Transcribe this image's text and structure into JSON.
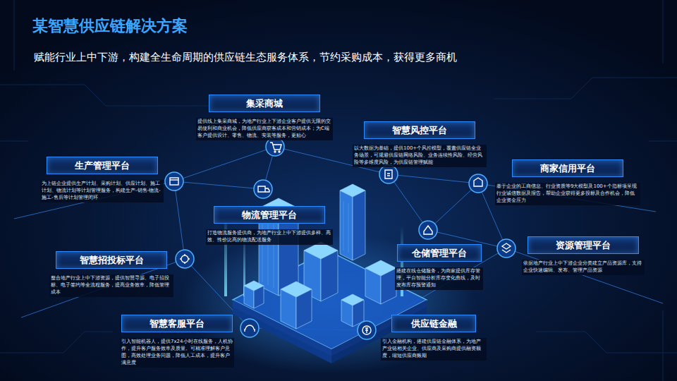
{
  "diagram": {
    "title": "某智慧供应链解决方案",
    "nodes": [
      {
        "text": [
          "集采商城",
          "提供线上集采商城，为地产行业上下游企业客户提供无限的交易便利和商业机会，降低供应商获客成本和营销成本；为C端客户提供设计、零售、物流、安装等服务，更贴心"
        ]
      },
      {
        "text": [
          "智慧风控平台",
          "以大数据为基础，提供100+个风控模型，覆盖供应链全业务场景，可规避供应链网络风险、业务连续性风险、经营风险等多维度风险，为供应链管理赋能"
        ]
      },
      {
        "text": [
          "生产管理平台",
          "为上链企业提供生产计划、采购计划、供应计划、施工计划、物流计划等计划管理服务，构建生产-销售-物流-施工-售后等计划管理闭环"
        ]
      },
      {
        "text": [
          "商家信用平台",
          "基于企业的工商信息、行业资质等9大模型及100+个指标项呈现行业诚信数据及报告，帮助企业获得更多投标及合作机会，降低企业资金压力"
        ]
      },
      {
        "text": [
          "物流管理平台",
          "打造物流服务提供商，为地产行业上中下游提供多样、高效、性价比高的物流配送服务"
        ]
      },
      {
        "text": [
          "资源管理平台",
          "依据地产行业上中下游企业分类建立产品资源库，支持企业快速编辑、发布、管理产品资源"
        ]
      },
      {
        "text": [
          "仓储管理平台",
          "搭建在线仓储服务，为商家提供库存管理，平台智能分析库存变化曲线，及时发布库存预警通知"
        ]
      },
      {
        "text": [
          "智慧招投标平台",
          "整合地产行业上中下游资源，提供智慧寻源、电子招投标、电子签约等全流程服务，提高业务效率，降低管理成本"
        ]
      },
      {
        "text": [
          "智慧客服平台",
          "引入智能机器人，提供7x24小时在线服务，人机协作，提升客户服务效率及质量。可精准理解客户意图，高效处理业务问题，降低人工成本，提升客户满意度"
        ]
      },
      {
        "text": [
          "供应链金融",
          "引入金融机构，搭建供应链金融体系，为地产产业链相关企业、供应商及采购商提供融资额度，缩短供应商账期"
        ]
      }
    ],
    "labels": [
      "赋能行业上中下游，构建全生命周期的供应链生态服务体系，节约采购成本，获得更多商机"
    ]
  }
}
